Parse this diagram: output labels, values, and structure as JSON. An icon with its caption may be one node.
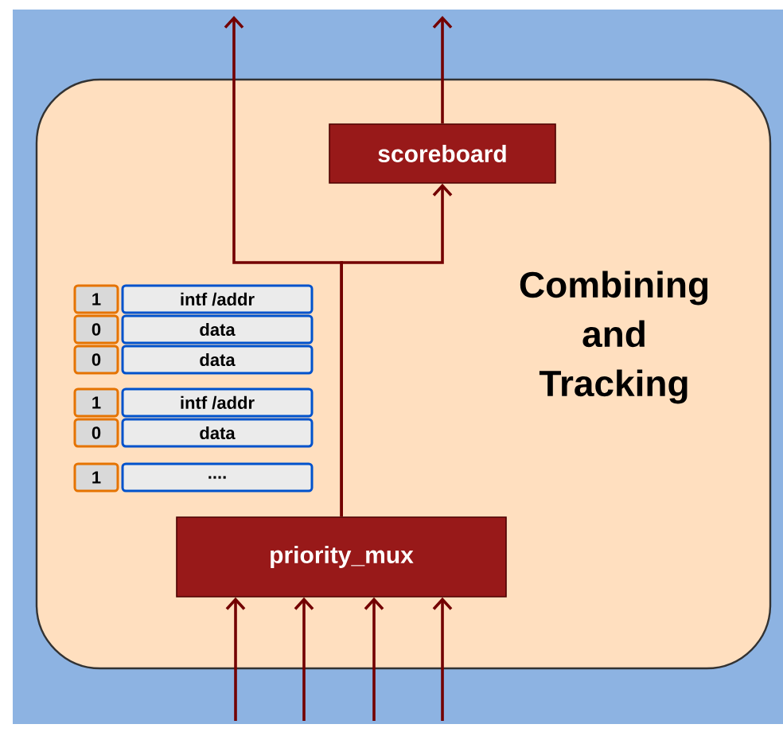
{
  "diagram": {
    "nodes": [
      {
        "text": [
          "Combining and Tracking"
        ]
      },
      {
        "text": [
          "scoreboard"
        ],
        "in": 0
      },
      {
        "text": [
          "priority_mux"
        ],
        "in": 0
      },
      {
        "text": [
          "1"
        ],
        "in": 0
      },
      {
        "text": [
          "intf /addr"
        ],
        "in": 0
      },
      {
        "text": [
          "0"
        ],
        "in": 0
      },
      {
        "text": [
          "data"
        ],
        "in": 0
      },
      {
        "text": [
          "0"
        ],
        "in": 0
      },
      {
        "text": [
          "data"
        ],
        "in": 0
      },
      {
        "text": [
          "1"
        ],
        "in": 0
      },
      {
        "text": [
          "intf /addr"
        ],
        "in": 0
      },
      {
        "text": [
          "0"
        ],
        "in": 0
      },
      {
        "text": [
          "data"
        ],
        "in": 0
      },
      {
        "text": [
          "1"
        ],
        "in": 0
      },
      {
        "text": [
          "...."
        ],
        "in": 0
      }
    ],
    "edges": [
      {
        "from": 2,
        "to": null,
        "arrow": "to"
      },
      {
        "from": 2,
        "to": 1,
        "arrow": "to"
      },
      {
        "from": 1,
        "to": null,
        "arrow": "to"
      },
      {
        "from": null,
        "to": 2,
        "arrow": "to"
      },
      {
        "from": null,
        "to": 2,
        "arrow": "to"
      },
      {
        "from": null,
        "to": 2,
        "arrow": "to"
      },
      {
        "from": null,
        "to": 2,
        "arrow": "to"
      }
    ]
  }
}
